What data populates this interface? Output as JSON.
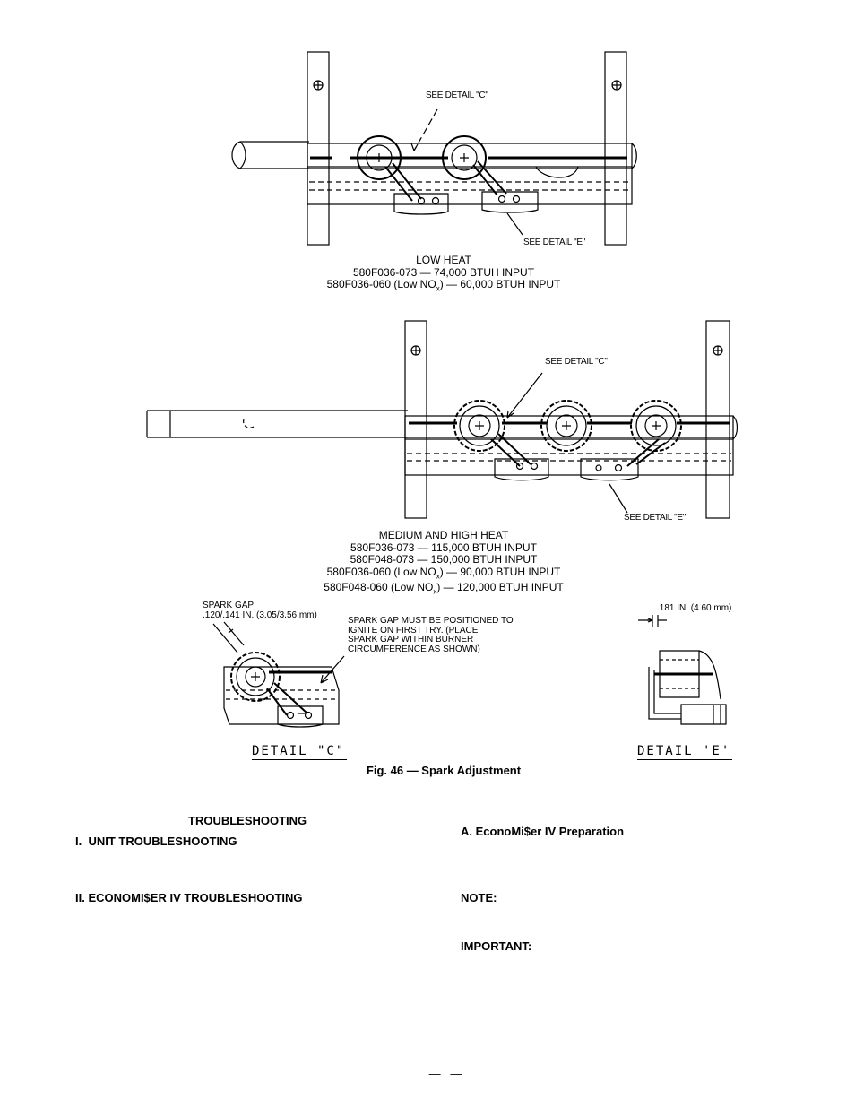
{
  "figure": {
    "low_heat": {
      "callout_c": "SEE DETAIL \"C\"",
      "callout_e": "SEE DETAIL \"E\"",
      "caption": {
        "line1": "LOW HEAT",
        "line2": "580F036-073 — 74,000 BTUH INPUT",
        "line3_prefix": "580F036-060 (Low NO",
        "line3_sub": "x",
        "line3_suffix": ") — 60,000 BTUH INPUT"
      }
    },
    "medium_high_heat": {
      "callout_c": "SEE DETAIL \"C\"",
      "callout_e": "SEE DETAIL \"E\"",
      "caption": {
        "line1": "MEDIUM AND HIGH HEAT",
        "line2": "580F036-073 — 115,000 BTUH INPUT",
        "line3": "580F048-073 — 150,000 BTUH INPUT",
        "line4_prefix": "580F036-060 (Low NO",
        "line4_sub": "x",
        "line4_suffix": ") — 90,000 BTUH INPUT",
        "line5_prefix": "580F048-060 (Low NO",
        "line5_sub": "x",
        "line5_suffix": ") — 120,000 BTUH INPUT"
      }
    },
    "detail_c": {
      "spark_gap_label": "SPARK GAP",
      "spark_gap_value": ".120/.141 IN. (3.05/3.56 mm)",
      "note_line1": "SPARK GAP MUST BE POSITIONED TO",
      "note_line2": "IGNITE ON FIRST TRY. (PLACE",
      "note_line3": "SPARK GAP WITHIN BURNER",
      "note_line4": "CIRCUMFERENCE AS SHOWN)",
      "title": "DETAIL \"C\""
    },
    "detail_e": {
      "dimension": ".181 IN. (4.60 mm)",
      "title": "DETAIL 'E'"
    },
    "caption": "Fig. 46 — Spark Adjustment"
  },
  "sections": {
    "troubleshooting": "TROUBLESHOOTING",
    "unit_troubleshooting": "I.  UNIT TROUBLESHOOTING",
    "economiser_troubleshooting": "II. ECONOMI$ER IV TROUBLESHOOTING",
    "economiser_preparation": "A. EconoMi$er IV Preparation",
    "note": "NOTE:",
    "important": "IMPORTANT:"
  },
  "page_number": "—   —"
}
